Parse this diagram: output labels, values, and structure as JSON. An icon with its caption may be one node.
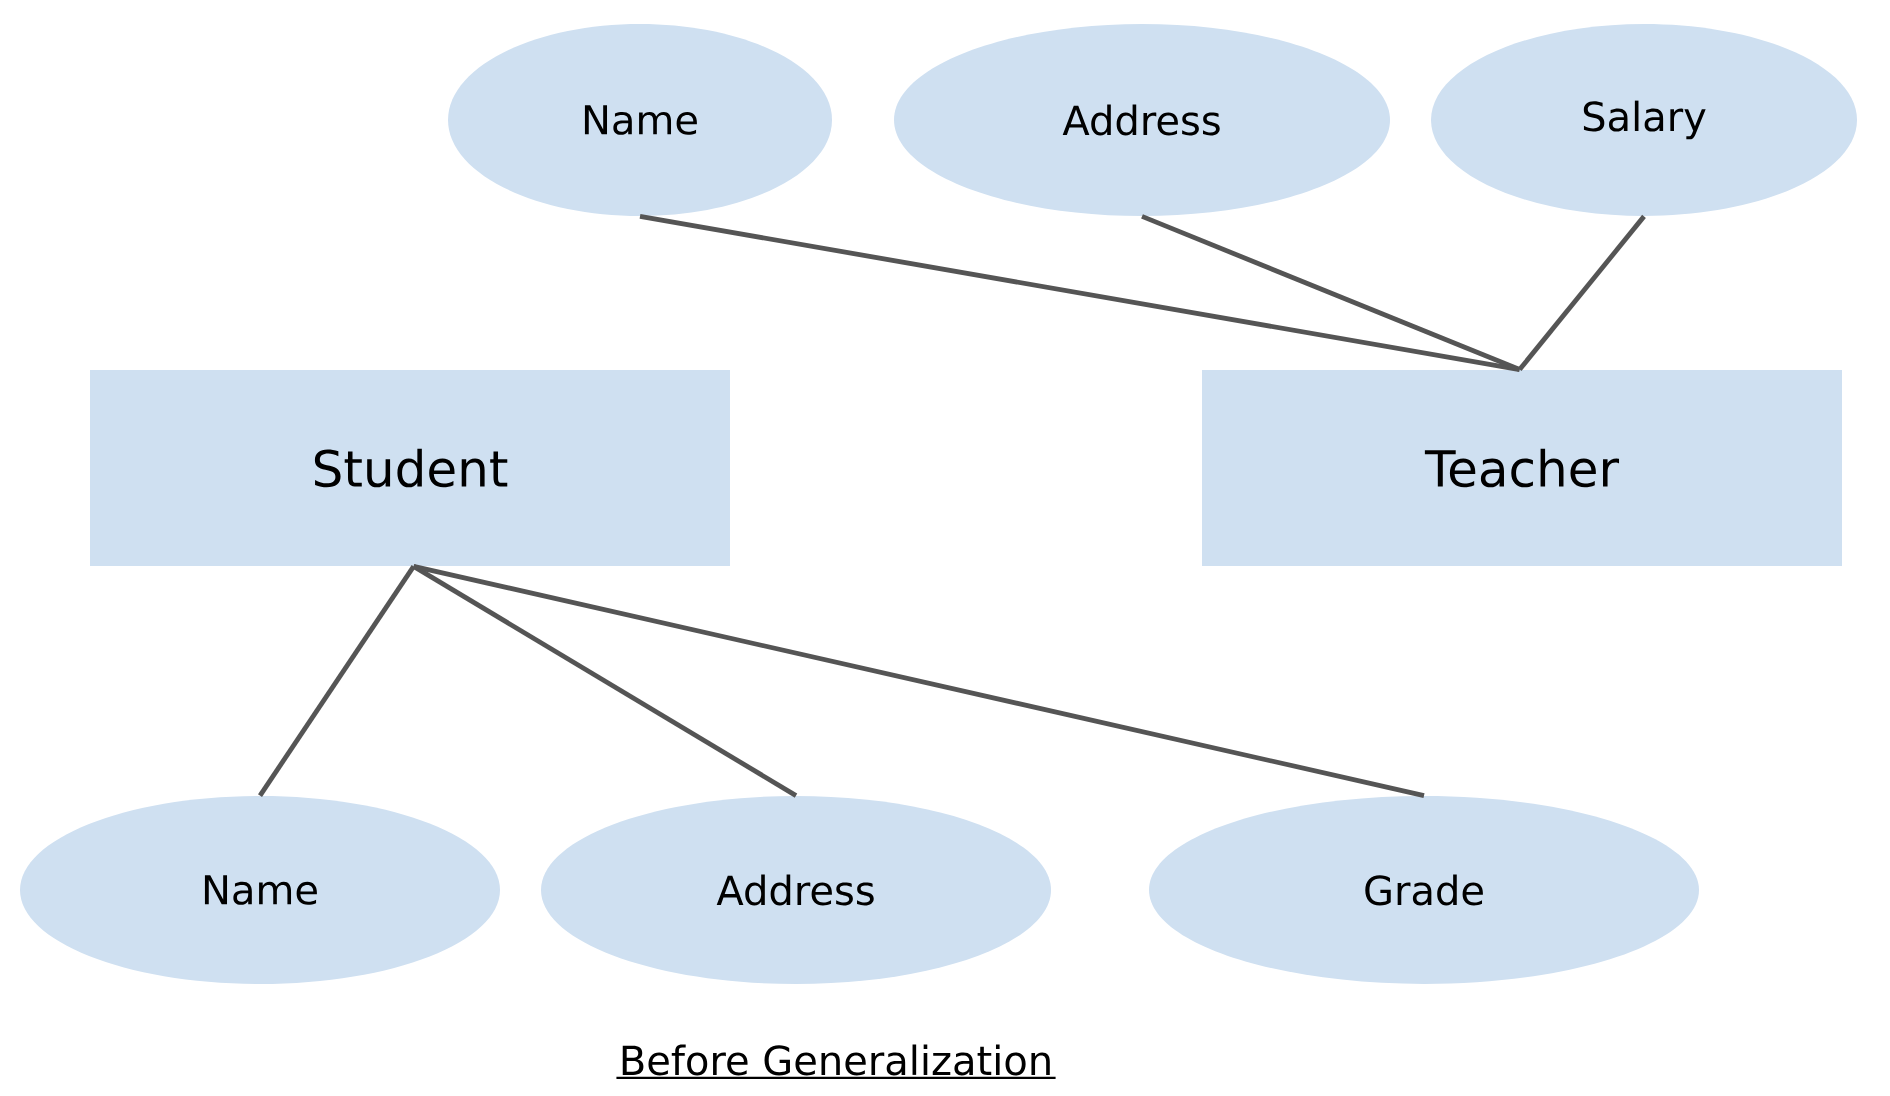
{
  "diagram": {
    "title": "Before Generalization",
    "nodes": [
      {
        "text": [
          "Name"
        ]
      },
      {
        "text": [
          "Address"
        ]
      },
      {
        "text": [
          "Salary"
        ]
      },
      {
        "text": [
          "Student"
        ]
      },
      {
        "text": [
          "Teacher"
        ]
      },
      {
        "text": [
          "Name"
        ]
      },
      {
        "text": [
          "Address"
        ]
      },
      {
        "text": [
          "Grade"
        ]
      }
    ],
    "edges": [
      {
        "from": 0,
        "to": 4,
        "arrow": "none"
      },
      {
        "from": 1,
        "to": 4,
        "arrow": "none"
      },
      {
        "from": 2,
        "to": 4,
        "arrow": "none"
      },
      {
        "from": 3,
        "to": 5,
        "arrow": "none"
      },
      {
        "from": 3,
        "to": 6,
        "arrow": "none"
      },
      {
        "from": 3,
        "to": 7,
        "arrow": "none"
      }
    ]
  }
}
